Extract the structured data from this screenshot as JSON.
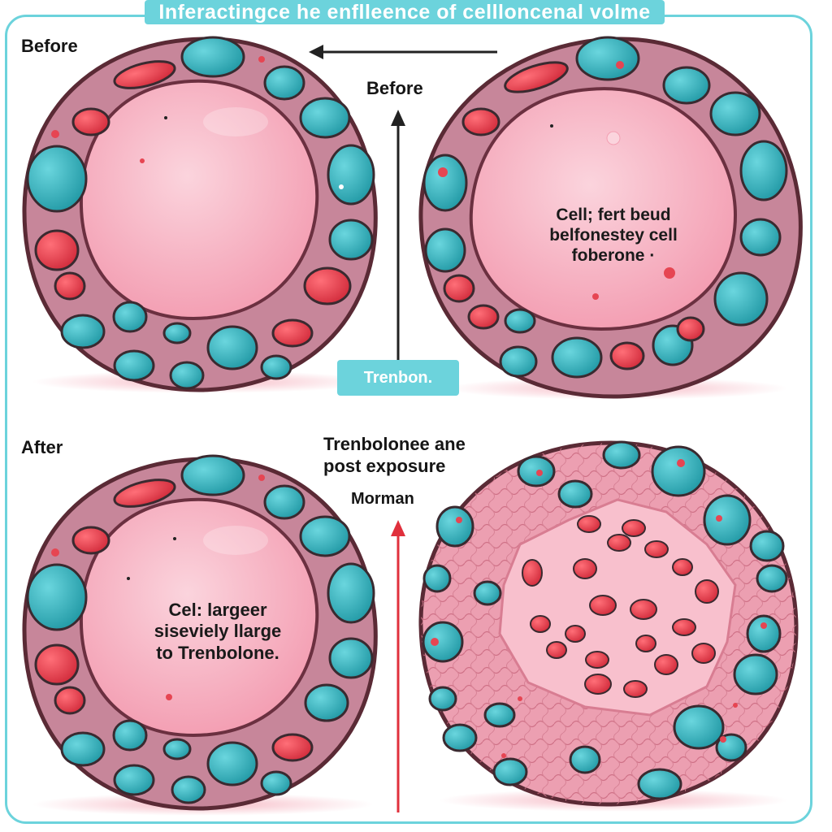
{
  "title": "Inferactingce he enflleence of cellloncenal volme",
  "labels": {
    "before_left": "Before",
    "before_center": "Before",
    "after_left": "After",
    "post_line1": "Trenbolonee ane",
    "post_line2": "post exposure",
    "morman": "Morman",
    "trenbolone_box": "Trenbon."
  },
  "cell_texts": {
    "top_right": [
      "Cell; fert beud",
      "belfonestey cell",
      "foberone ·"
    ],
    "bottom_left": [
      "Cel: largeer",
      "siseviely llarge",
      "to Trenbolone."
    ]
  },
  "colors": {
    "accent_teal": "#6cd3dc",
    "cell_pink": "#f8b7c6",
    "membrane_mauve": "#c7869a",
    "organelle_teal": "#3fb6c0",
    "organelle_red": "#e64552",
    "arrow_red": "#e0303c"
  }
}
